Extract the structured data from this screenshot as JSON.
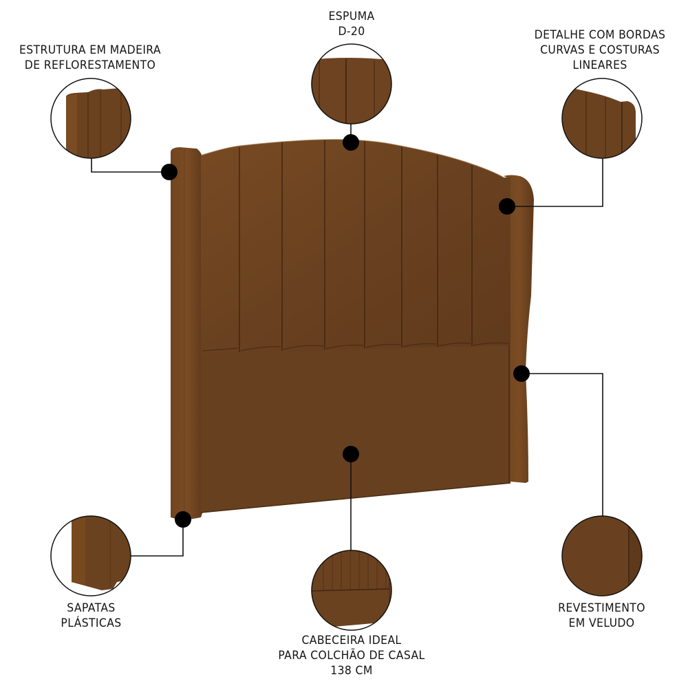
{
  "product": {
    "type": "headboard",
    "color": "#6b4220",
    "color_dark": "#4e2e14",
    "color_light": "#7d4e25",
    "seam_color": "#3e2410"
  },
  "callouts": [
    {
      "id": "estrutura",
      "lines": [
        "ESTRUTURA EM MADEIRA",
        "DE REFLORESTAMENTO"
      ],
      "detail_icon": "wood-frame-detail"
    },
    {
      "id": "espuma",
      "lines": [
        "ESPUMA",
        "D-20"
      ],
      "detail_icon": "foam-detail"
    },
    {
      "id": "detalhe",
      "lines": [
        "DETALHE COM BORDAS",
        "CURVAS E COSTURAS",
        "LINEARES"
      ],
      "detail_icon": "curved-edge-detail"
    },
    {
      "id": "sapatas",
      "lines": [
        "SAPATAS",
        "PLÁSTICAS"
      ],
      "detail_icon": "plastic-feet-detail"
    },
    {
      "id": "cabeceira",
      "lines": [
        "CABECEIRA IDEAL",
        "PARA COLCHÃO DE CASAL",
        "138 CM"
      ],
      "detail_icon": "headboard-overview-detail"
    },
    {
      "id": "revestimento",
      "lines": [
        "REVESTIMENTO",
        "EM VELUDO"
      ],
      "detail_icon": "velvet-detail"
    }
  ]
}
